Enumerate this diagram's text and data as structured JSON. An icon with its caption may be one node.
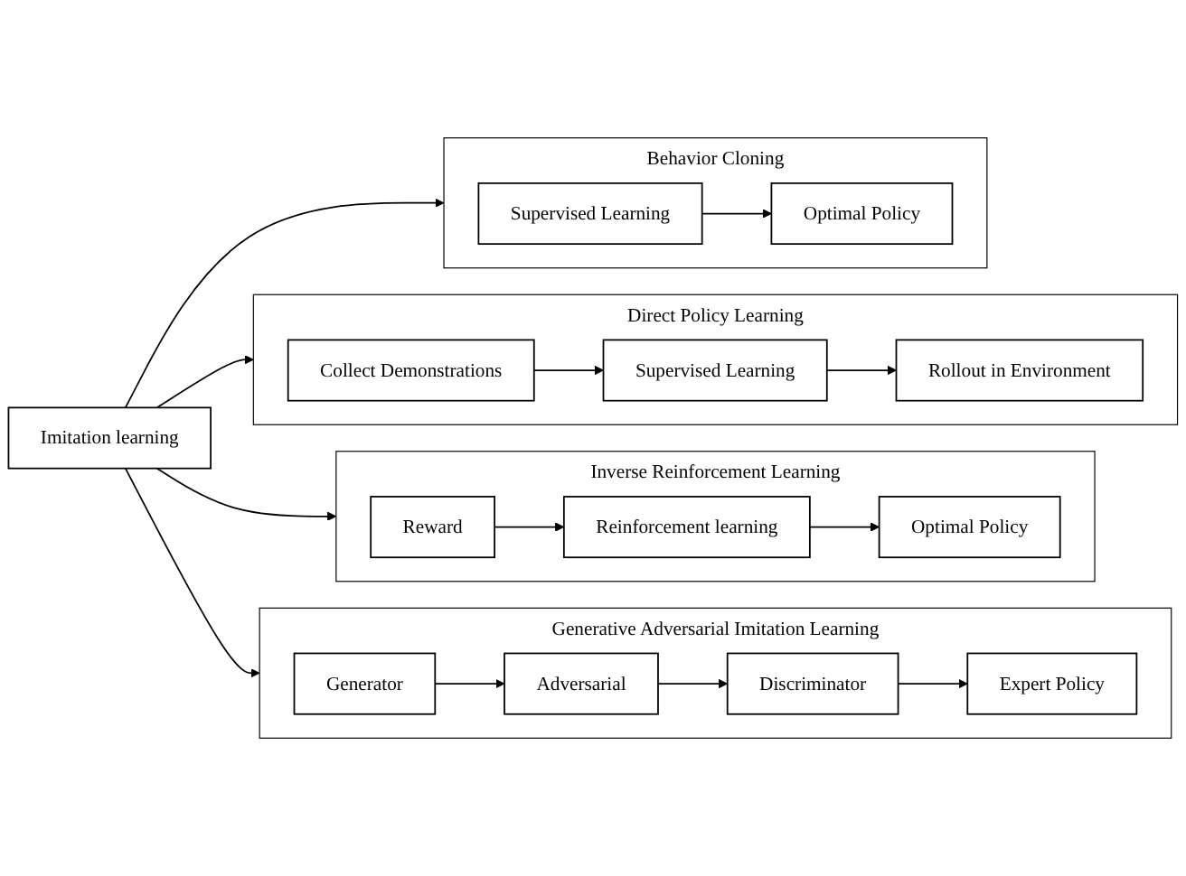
{
  "diagram": {
    "nodes": [
      {
        "text": [
          "Imitation learning"
        ]
      },
      {
        "text": [
          "Behavior Cloning"
        ]
      },
      {
        "text": [
          "Supervised Learning"
        ],
        "in": 1
      },
      {
        "text": [
          "Optimal Policy"
        ],
        "in": 1
      },
      {
        "text": [
          "Direct Policy Learning"
        ]
      },
      {
        "text": [
          "Collect Demonstrations"
        ],
        "in": 4
      },
      {
        "text": [
          "Supervised Learning"
        ],
        "in": 4
      },
      {
        "text": [
          "Rollout in Environment"
        ],
        "in": 4
      },
      {
        "text": [
          "Inverse Reinforcement Learning"
        ]
      },
      {
        "text": [
          "Reward"
        ],
        "in": 8
      },
      {
        "text": [
          "Reinforcement learning"
        ],
        "in": 8
      },
      {
        "text": [
          "Optimal Policy"
        ],
        "in": 8
      },
      {
        "text": [
          "Generative Adversarial Imitation Learning"
        ]
      },
      {
        "text": [
          "Generator"
        ],
        "in": 12
      },
      {
        "text": [
          "Adversarial"
        ],
        "in": 12
      },
      {
        "text": [
          "Discriminator"
        ],
        "in": 12
      },
      {
        "text": [
          "Expert Policy"
        ],
        "in": 12
      }
    ],
    "edges": [
      {
        "from": 0,
        "to": 1,
        "arrow": "to"
      },
      {
        "from": 0,
        "to": 4,
        "arrow": "to"
      },
      {
        "from": 0,
        "to": 8,
        "arrow": "to"
      },
      {
        "from": 0,
        "to": 12,
        "arrow": "to"
      },
      {
        "from": 2,
        "to": 3,
        "arrow": "to"
      },
      {
        "from": 5,
        "to": 6,
        "arrow": "to"
      },
      {
        "from": 6,
        "to": 7,
        "arrow": "to"
      },
      {
        "from": 9,
        "to": 10,
        "arrow": "to"
      },
      {
        "from": 10,
        "to": 11,
        "arrow": "to"
      },
      {
        "from": 13,
        "to": 14,
        "arrow": "to"
      },
      {
        "from": 14,
        "to": 15,
        "arrow": "to"
      },
      {
        "from": 15,
        "to": 16,
        "arrow": "to"
      }
    ]
  }
}
